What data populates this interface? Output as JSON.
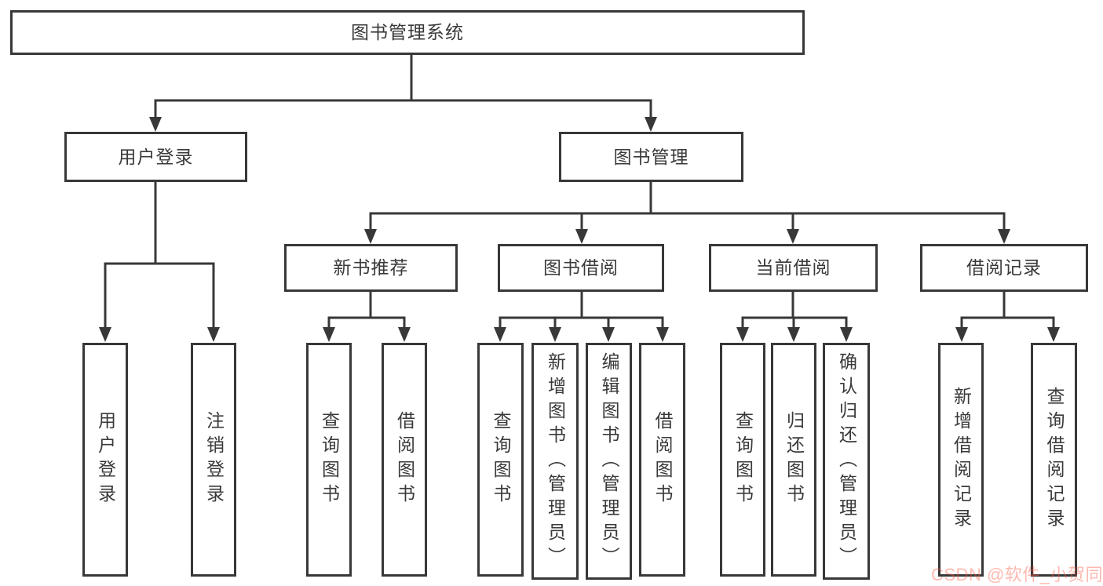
{
  "diagram": {
    "root": {
      "label": "图书管理系统"
    },
    "login": {
      "label": "用户登录",
      "children": [
        {
          "label": "用户登录"
        },
        {
          "label": "注销登录"
        }
      ]
    },
    "management": {
      "label": "图书管理",
      "sections": [
        {
          "label": "新书推荐",
          "children": [
            {
              "label": "查询图书"
            },
            {
              "label": "借阅图书"
            }
          ]
        },
        {
          "label": "图书借阅",
          "children": [
            {
              "label": "查询图书"
            },
            {
              "label": "新增图书（管理员）"
            },
            {
              "label": "编辑图书（管理员）"
            },
            {
              "label": "借阅图书"
            }
          ]
        },
        {
          "label": "当前借阅",
          "children": [
            {
              "label": "查询图书"
            },
            {
              "label": "归还图书"
            },
            {
              "label": "确认归还（管理员）"
            }
          ]
        },
        {
          "label": "借阅记录",
          "children": [
            {
              "label": "新增借阅记录"
            },
            {
              "label": "查询借阅记录"
            }
          ]
        }
      ]
    }
  },
  "watermark": {
    "text": "CSDN @软件_小贺同学"
  },
  "colors": {
    "line": "#383838",
    "text": "#3a3a3a",
    "background": "#ffffff",
    "watermark": "#fdb9b0"
  }
}
